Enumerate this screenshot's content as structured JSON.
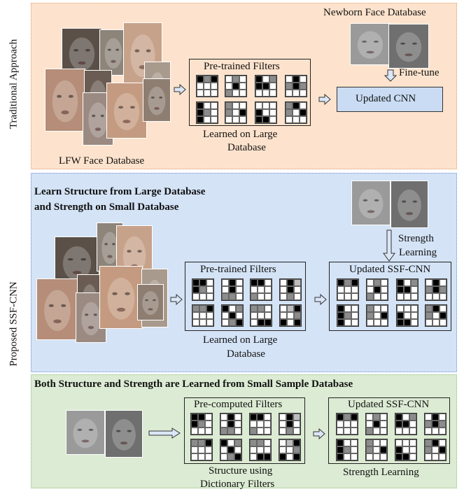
{
  "side_labels": {
    "traditional": "Traditional Approach",
    "proposed": "Proposed SSF-CNN"
  },
  "panel1": {
    "newborn_db": "Newborn Face Database",
    "finetune": "Fine-tune",
    "pretrained_title": "Pre-trained Filters",
    "learned_line1": "Learned on Large",
    "learned_line2": "Database",
    "lfw_db": "LFW Face Database",
    "updated_cnn": "Updated CNN"
  },
  "panel2": {
    "heading_line1": "Learn Structure from Large Database",
    "heading_line2": "and Strength on Small Database",
    "strength_line1": "Strength",
    "strength_line2": "Learning",
    "pretrained_title": "Pre-trained Filters",
    "updated_title": "Updated SSF-CNN",
    "learned_line1": "Learned on Large",
    "learned_line2": "Database"
  },
  "panel3": {
    "heading": "Both Structure and Strength are Learned from Small Sample Database",
    "precomputed_title": "Pre-computed Filters",
    "updated_title": "Updated SSF-CNN",
    "structure_line1": "Structure using",
    "structure_line2": "Dictionary Filters",
    "strength_learning": "Strength Learning"
  },
  "colors": {
    "panel1_bg": "#fde3cd",
    "panel2_bg": "#d4e3f6",
    "panel3_bg": "#dcebd3",
    "box_blue": "#c9dcf3"
  }
}
